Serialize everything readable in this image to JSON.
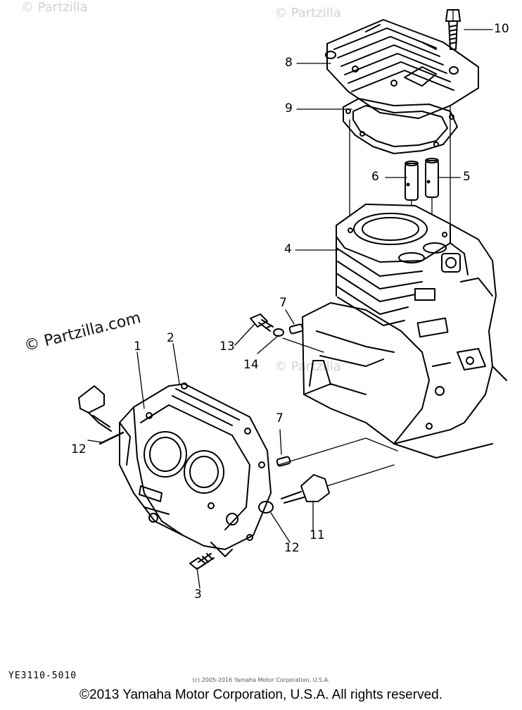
{
  "watermark": {
    "text": "© Partzilla.com",
    "top_left": "© Partzilla",
    "top_right": "© Partzilla",
    "mid": "© Partzilla"
  },
  "callouts": {
    "c1": "1",
    "c2": "2",
    "c3": "3",
    "c4": "4",
    "c5": "5",
    "c6": "6",
    "c7a": "7",
    "c7b": "7",
    "c8": "8",
    "c9": "9",
    "c10": "10",
    "c11": "11",
    "c12a": "12",
    "c12b": "12",
    "c13": "13",
    "c14": "14"
  },
  "footer": {
    "diagram_code": "YE3110-5010",
    "small_copyright": "(c) 2005-2016 Yamaha Motor Corporation, U.S.A.",
    "copyright": "©2013 Yamaha Motor Corporation, U.S.A. All rights reserved."
  },
  "colors": {
    "ink": "#000000",
    "watermark": "#d2d2d2",
    "background": "#ffffff"
  }
}
